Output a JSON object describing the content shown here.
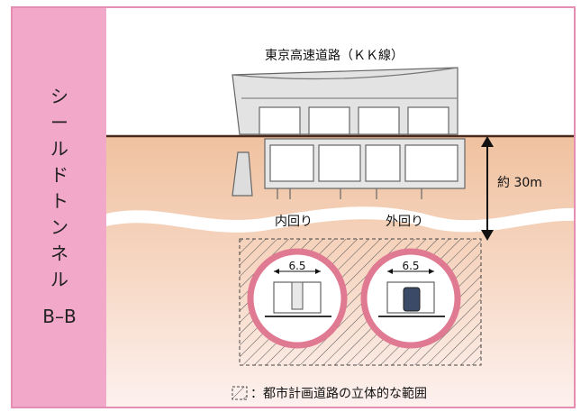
{
  "sidebar": {
    "title_chars": [
      "シ",
      "ー",
      "ル",
      "ド",
      "ト",
      "ン",
      "ネ",
      "ル"
    ],
    "section": "B–B",
    "background": "#f2a8c8"
  },
  "diagram": {
    "highway_label": "東京高速道路（ＫＫ線）",
    "depth_label": "約 30m",
    "inner_loop_label": "内回り",
    "outer_loop_label": "外回り",
    "inner_width_label": "6.5",
    "outer_width_label": "6.5",
    "legend_text": "：都市計画道路の立体的な範囲",
    "colors": {
      "ground_top": "#f0c8a8",
      "ground_bottom": "#fdf0ee",
      "tunnel_ring": "#e07a92",
      "surface_line": "#4a2a1a",
      "border": "#e68db3"
    }
  }
}
